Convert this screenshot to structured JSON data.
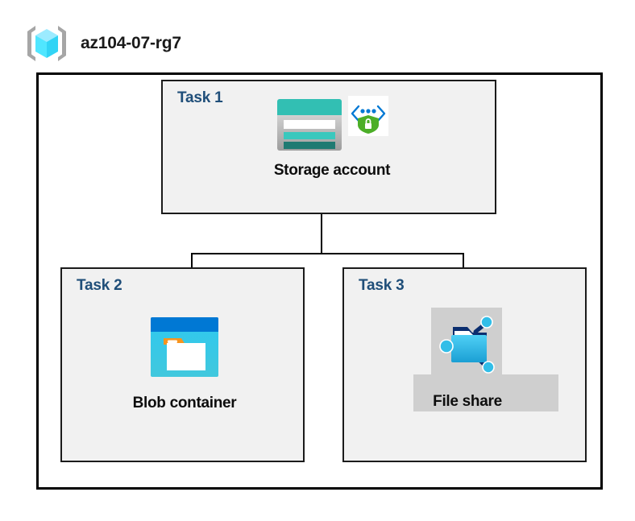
{
  "header": {
    "icon": "resource-group-icon",
    "title": "az104-07-rg7"
  },
  "diagram": {
    "container_name": "resource-group-container",
    "tasks": [
      {
        "id": "task1",
        "label": "Task 1",
        "node": {
          "label": "Storage account",
          "icons": [
            "storage-account-icon",
            "secure-endpoint-shield-icon"
          ]
        }
      },
      {
        "id": "task2",
        "label": "Task 2",
        "node": {
          "label": "Blob container",
          "icons": [
            "blob-container-icon"
          ]
        }
      },
      {
        "id": "task3",
        "label": "Task 3",
        "node": {
          "label": "File share",
          "icons": [
            "file-share-icon"
          ]
        }
      }
    ],
    "connections": [
      {
        "from": "task1",
        "to": "task2"
      },
      {
        "from": "task1",
        "to": "task3"
      }
    ]
  },
  "colors": {
    "task_label": "#1F4E79",
    "node_label": "#0D0D0D",
    "task_box_fill": "#F1F1F1",
    "container_border": "#000000",
    "connector": "#000000",
    "plate_gray": "#CFCFCF",
    "storage_teal": "#32BFB3",
    "storage_teal_dark": "#1F7A72",
    "blob_blue": "#0078D4",
    "blob_cyan": "#32C8EE",
    "blob_orange": "#F7941E",
    "fileshare_cyan": "#32BEE8",
    "fileshare_navy": "#0B2E6F",
    "shield_green": "#4CAF27",
    "bracket_gray": "#A6A6A6",
    "cube_cyan": "#50E6FF"
  }
}
